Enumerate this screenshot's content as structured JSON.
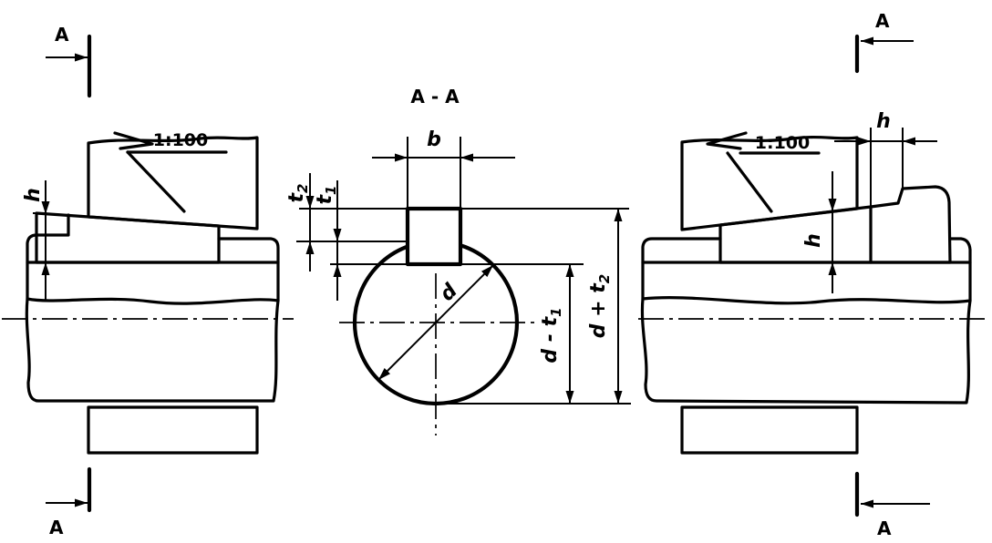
{
  "section_marks": {
    "top_left": "A",
    "bottom_left": "A",
    "top_right": "A",
    "bottom_right": "A"
  },
  "section_title": "A - A",
  "taper_ratio": {
    "left": "1:100",
    "right": "1:100"
  },
  "dimensions": {
    "left_key_height": "h",
    "right_key_height": "h",
    "gib_head_width": "h",
    "key_width": "b",
    "t2": {
      "base": "t",
      "sub": "2"
    },
    "t1": {
      "base": "t",
      "sub": "1"
    },
    "diameter": "d",
    "d_minus_t1": {
      "base": "d - t",
      "sub": "1"
    },
    "d_plus_t2": {
      "base": "d + t",
      "sub": "2"
    }
  }
}
